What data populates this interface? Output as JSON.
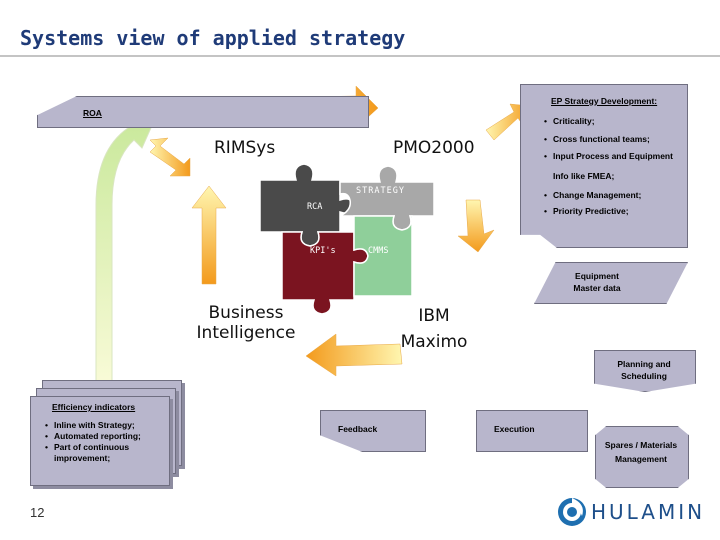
{
  "title": "Systems view of applied strategy",
  "page_number": "12",
  "logo": "HULAMIN",
  "roa_label": "ROA",
  "ep_box": {
    "heading": "EP Strategy Development:",
    "items": [
      "Criticality;",
      "Cross functional teams;",
      "Input Process and Equipment Info like FMEA;",
      "Change Management;",
      "Priority Predictive;"
    ]
  },
  "systems": {
    "rimsys": "RIMSys",
    "pmo": "PMO2000",
    "bi": "Business Intelligence",
    "ibm": "IBM Maximo"
  },
  "puzzle": {
    "strategy": "STRATEGY",
    "rca": "RCA",
    "kpis": "KPI's",
    "cmms": "CMMS"
  },
  "flow": {
    "equipment_master": "Equipment Master data",
    "planning": "Planning and Scheduling",
    "spares": "Spares / Materials Management",
    "execution": "Execution",
    "feedback": "Feedback"
  },
  "efficiency": {
    "heading": "Efficiency indicators",
    "items": [
      "Inline with Strategy;",
      "Automated reporting;",
      "Part of continuous improvement;"
    ]
  },
  "colors": {
    "title": "#1f3b78",
    "arrow_gradient_start": "#fff3a0",
    "arrow_gradient_end": "#f29a1a",
    "piece_dark_gray": "#4a4a4a",
    "piece_light_gray": "#a8a8a8",
    "piece_dark_red": "#7b1420",
    "piece_green": "#8fcf9a",
    "box_fill": "#b8b6cc",
    "logo": "#1e6fb0"
  }
}
